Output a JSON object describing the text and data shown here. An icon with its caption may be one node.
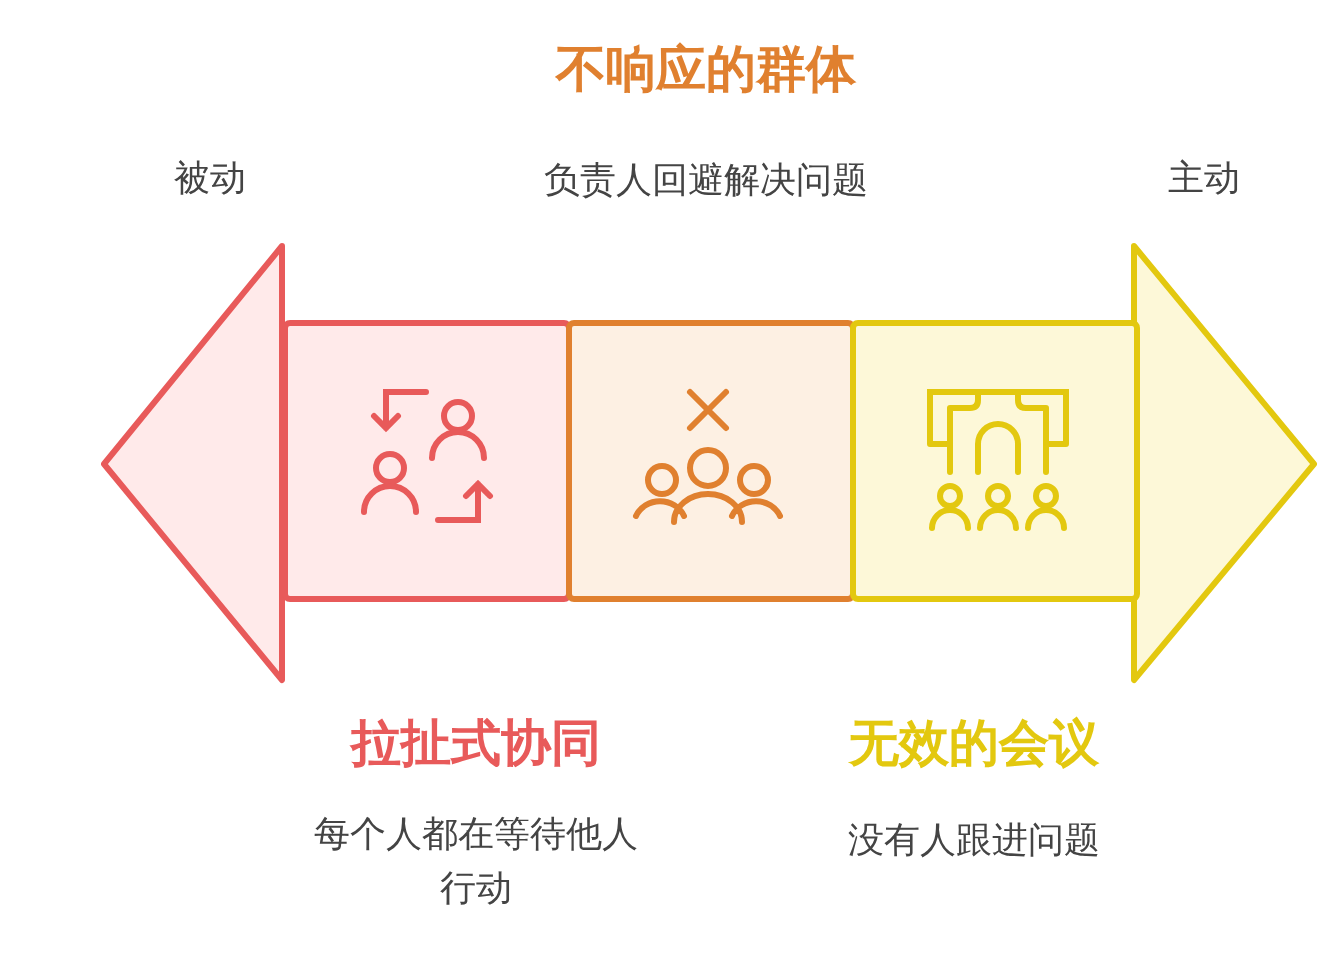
{
  "diagram": {
    "nodes": [
      {
        "text": [
          "拉扯式协同"
        ]
      },
      {
        "text": [
          "不响应的群体",
          "负责人回避解决问题"
        ]
      },
      {
        "text": [
          "无效的会议"
        ]
      }
    ],
    "labels": [
      "被动",
      "主动",
      "每个人都在等待他人行动",
      "没有人跟进问题"
    ]
  }
}
